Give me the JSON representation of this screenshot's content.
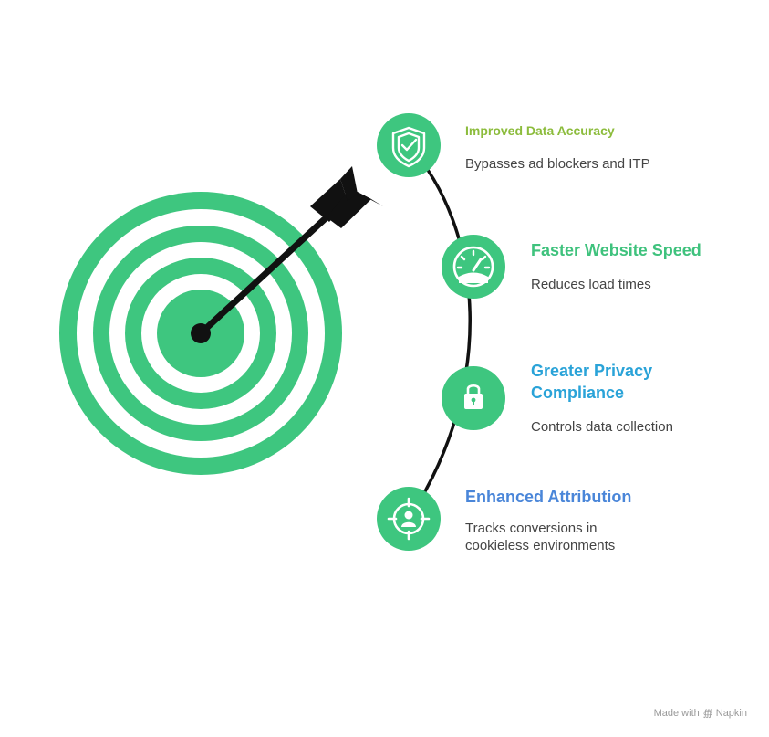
{
  "items": [
    {
      "title": "Improved Data Accuracy",
      "description": "Bypasses ad blockers and ITP",
      "color": "#8cbc3c",
      "icon": "shield-check-icon"
    },
    {
      "title": "Faster Website Speed",
      "description": "Reduces load times",
      "color": "#3fc27d",
      "icon": "speedometer-icon"
    },
    {
      "title": "Greater Privacy Compliance",
      "description": "Controls data collection",
      "color": "#2aa3d8",
      "icon": "padlock-icon"
    },
    {
      "title": "Enhanced Attribution",
      "description": "Tracks conversions in cookieless environments",
      "color": "#4a86d9",
      "icon": "target-person-icon"
    }
  ],
  "footer": {
    "made_with": "Made with",
    "brand": "Napkin"
  },
  "colors": {
    "circle_fill": "#3ec67f",
    "arc": "#111111",
    "arrow": "#111111"
  }
}
